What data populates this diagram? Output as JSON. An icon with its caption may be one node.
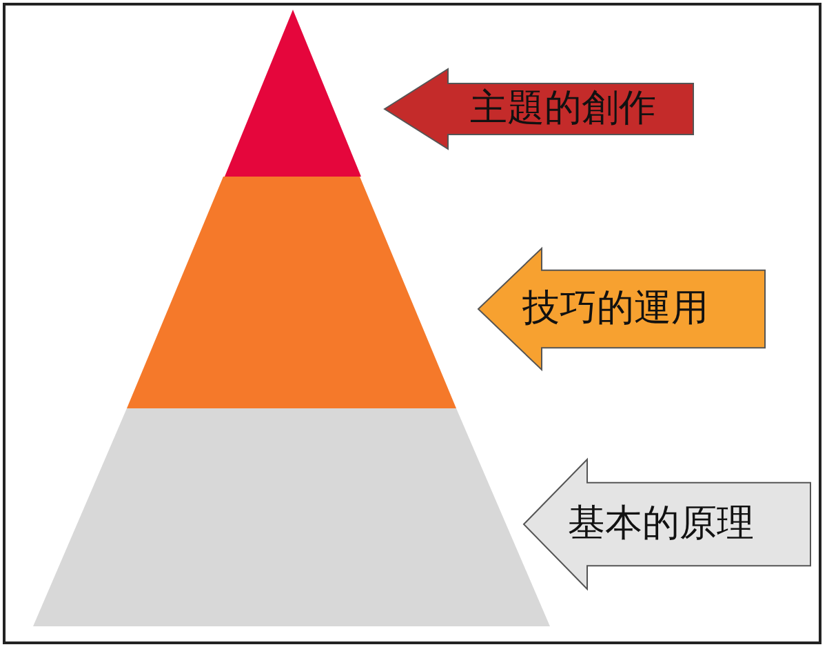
{
  "diagram": {
    "nodes": [
      {
        "text": [],
        "shape": "triangle"
      },
      {
        "text": [
          "主題的創作"
        ]
      },
      {
        "text": [],
        "shape": "trapezoid"
      },
      {
        "text": [
          "技巧的運用"
        ]
      },
      {
        "text": [],
        "shape": "trapezoid"
      },
      {
        "text": [
          "基本的原理"
        ]
      }
    ]
  }
}
